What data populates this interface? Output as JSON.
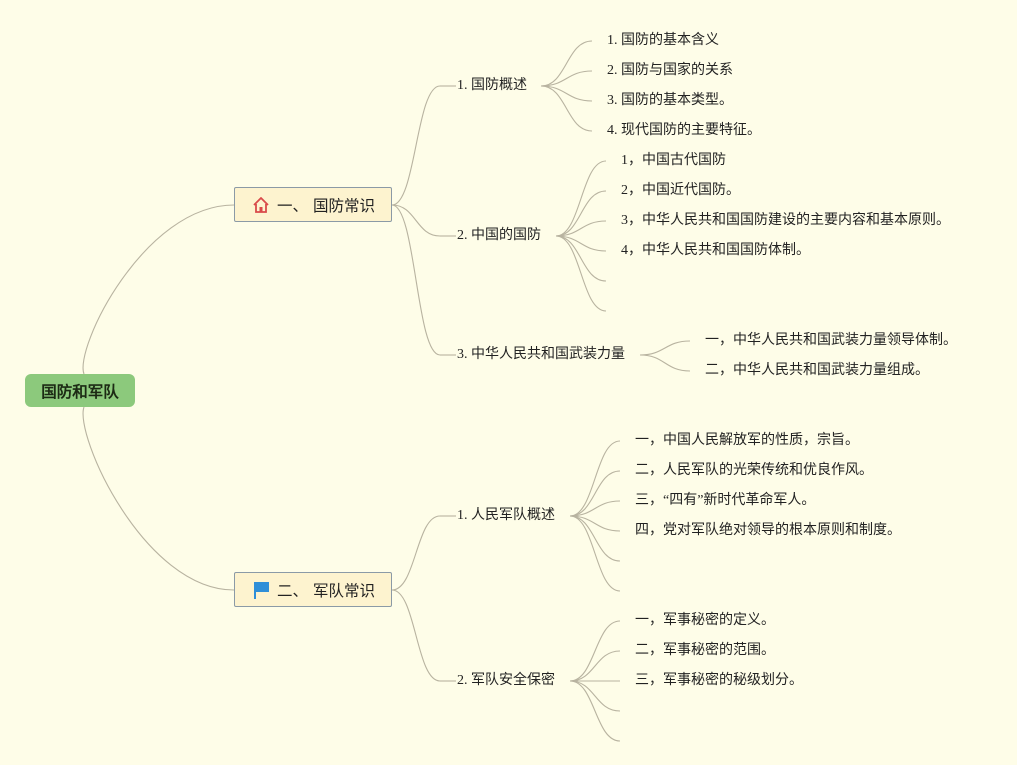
{
  "root": {
    "label": "国防和军队"
  },
  "branches": [
    {
      "label": "一、 国防常识",
      "icon": "home-icon",
      "topics": [
        {
          "label": "1. 国防概述",
          "items": [
            "1. 国防的基本含义",
            "2. 国防与国家的关系",
            "3. 国防的基本类型。",
            "4. 现代国防的主要特征。"
          ]
        },
        {
          "label": "2. 中国的国防",
          "items": [
            "1，中国古代国防",
            "2，中国近代国防。",
            "3，中华人民共和国国防建设的主要内容和基本原则。",
            "4，中华人民共和国国防体制。",
            "",
            ""
          ]
        },
        {
          "label": "3. 中华人民共和国武装力量",
          "items": [
            "一，中华人民共和国武装力量领导体制。",
            "二，中华人民共和国武装力量组成。"
          ]
        }
      ]
    },
    {
      "label": "二、 军队常识",
      "icon": "flag-icon",
      "topics": [
        {
          "label": "1. 人民军队概述",
          "items": [
            "一，中国人民解放军的性质，宗旨。",
            "二，人民军队的光荣传统和优良作风。",
            "三，“四有”新时代革命军人。",
            "四，党对军队绝对领导的根本原则和制度。",
            "",
            ""
          ]
        },
        {
          "label": "2. 军队安全保密",
          "items": [
            "一，军事秘密的定义。",
            "二，军事秘密的范围。",
            "三，军事秘密的秘级划分。",
            "",
            ""
          ]
        }
      ]
    }
  ],
  "colors": {
    "background": "#fefde8",
    "root_fill": "#8cc97c",
    "branch_fill": "#fdf3cf",
    "branch_border": "#8b9aa6",
    "link": "#b8b3a0",
    "home_icon": "#d94a4a",
    "flag_icon": "#2f8fd8"
  }
}
